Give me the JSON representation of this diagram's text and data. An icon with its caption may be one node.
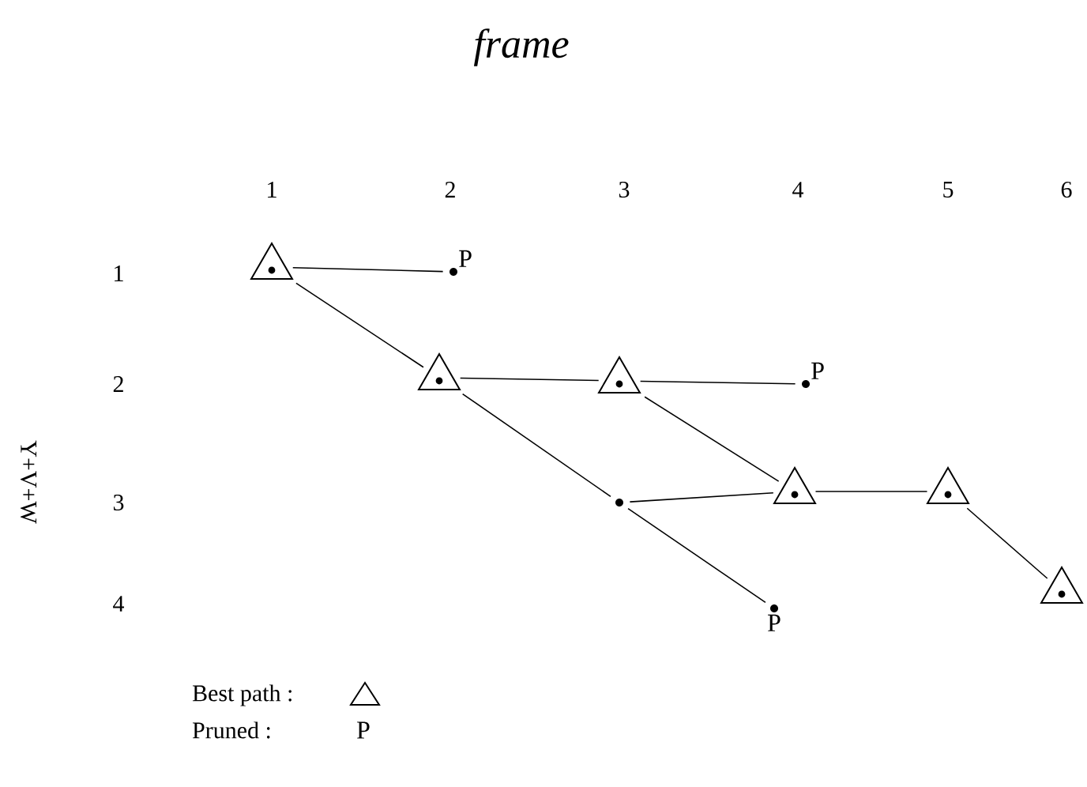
{
  "diagram": {
    "title": "frame",
    "nodes": [
      {
        "text": [],
        "shape": "triangle"
      },
      {
        "text": [],
        "shape": "circle",
        "beside": [
          "P"
        ]
      },
      {
        "text": [],
        "shape": "triangle"
      },
      {
        "text": [],
        "shape": "triangle"
      },
      {
        "text": [],
        "shape": "circle",
        "beside": [
          "P"
        ]
      },
      {
        "text": [],
        "shape": "circle"
      },
      {
        "text": [],
        "shape": "triangle"
      },
      {
        "text": [],
        "shape": "triangle"
      },
      {
        "text": [],
        "shape": "circle",
        "beside": [
          "P"
        ]
      },
      {
        "text": [],
        "shape": "triangle"
      }
    ],
    "edges": [
      {
        "from": 0,
        "to": 1,
        "arrow": "none"
      },
      {
        "from": 0,
        "to": 2,
        "arrow": "none"
      },
      {
        "from": 2,
        "to": 3,
        "arrow": "none"
      },
      {
        "from": 2,
        "to": 5,
        "arrow": "none"
      },
      {
        "from": 3,
        "to": 4,
        "arrow": "none"
      },
      {
        "from": 3,
        "to": 6,
        "arrow": "none"
      },
      {
        "from": 5,
        "to": 6,
        "arrow": "none"
      },
      {
        "from": 6,
        "to": 7,
        "arrow": "none"
      },
      {
        "from": 5,
        "to": 8,
        "arrow": "none"
      },
      {
        "from": 7,
        "to": 9,
        "arrow": "none"
      }
    ],
    "labels": [
      "1",
      "2",
      "3",
      "4",
      "5",
      "6",
      "1",
      "2",
      "3",
      "4",
      "Y+V+W",
      "P"
    ],
    "legend": [
      {
        "text": "Best path :"
      },
      {
        "text": "Pruned :"
      }
    ]
  }
}
